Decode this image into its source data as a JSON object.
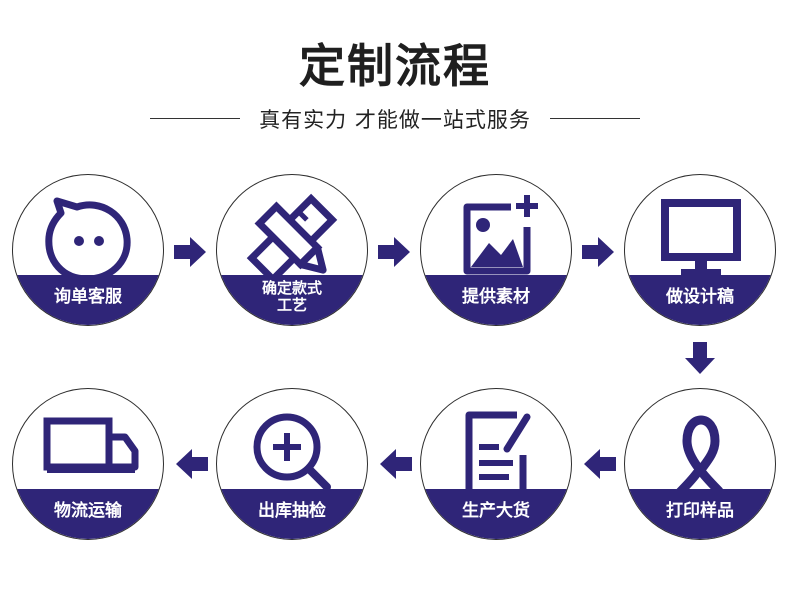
{
  "title": "定制流程",
  "subtitle": "真有实力 才能做一站式服务",
  "colors": {
    "accent": "#2f2578",
    "text": "#1f1f1f",
    "border": "#2e2e2e"
  },
  "steps": [
    {
      "label": "询单客服",
      "icon": "chat-bubble-icon"
    },
    {
      "label": "确定款式\n工艺",
      "icon": "pencil-ruler-icon"
    },
    {
      "label": "提供素材",
      "icon": "image-add-icon"
    },
    {
      "label": "做设计稿",
      "icon": "monitor-icon"
    },
    {
      "label": "打印样品",
      "icon": "ribbon-icon"
    },
    {
      "label": "生产大货",
      "icon": "document-edit-icon"
    },
    {
      "label": "出库抽检",
      "icon": "zoom-in-icon"
    },
    {
      "label": "物流运输",
      "icon": "truck-icon"
    }
  ]
}
